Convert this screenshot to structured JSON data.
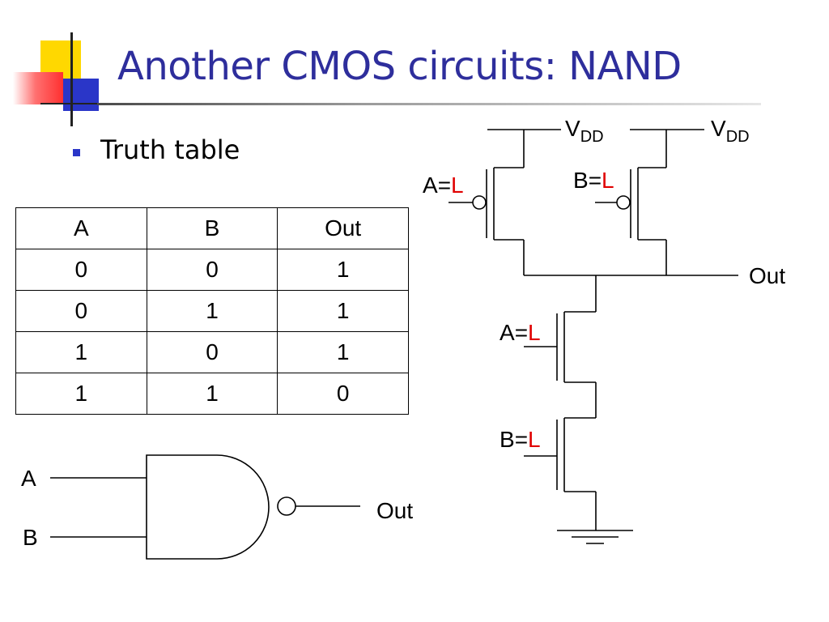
{
  "title": "Another CMOS circuits: NAND",
  "bullet": "Truth table",
  "truth_table": {
    "headers": [
      "A",
      "B",
      "Out"
    ],
    "rows": [
      [
        "0",
        "0",
        "1"
      ],
      [
        "0",
        "1",
        "1"
      ],
      [
        "1",
        "0",
        "1"
      ],
      [
        "1",
        "1",
        "0"
      ]
    ]
  },
  "gate": {
    "input_a": "A",
    "input_b": "B",
    "output": "Out"
  },
  "circuit": {
    "vdd_main": "V",
    "vdd_sub": "DD",
    "out": "Out",
    "equals": "=",
    "pmos_a": {
      "name": "A",
      "state": "L"
    },
    "pmos_b": {
      "name": "B",
      "state": "L"
    },
    "nmos_a": {
      "name": "A",
      "state": "L"
    },
    "nmos_b": {
      "name": "B",
      "state": "L"
    }
  },
  "colors": {
    "title": "#2e2e9c",
    "state_text": "#e00000",
    "bullet": "#2a36c8"
  }
}
